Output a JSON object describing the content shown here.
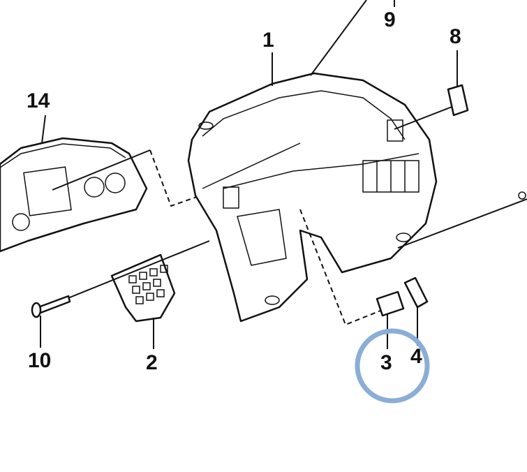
{
  "diagram": {
    "labels": {
      "p1": "1",
      "p2": "2",
      "p3": "3",
      "p4": "4",
      "p8": "8",
      "p9": "9",
      "p10": "10",
      "p14": "14"
    },
    "highlight_color": "#8aaed6"
  }
}
